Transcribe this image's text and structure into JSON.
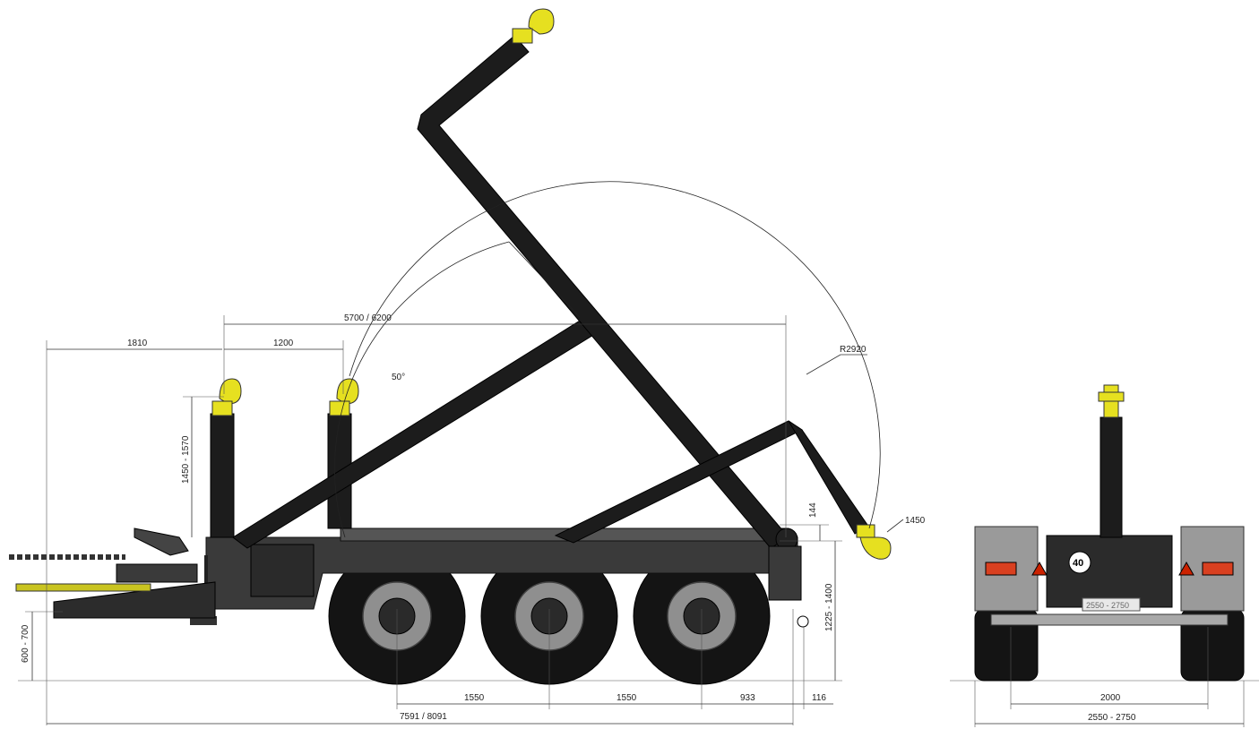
{
  "dimensions": {
    "hook_spacing_1810": "1810",
    "hook_spacing_1200": "1200",
    "length_5700": "5700 / 6200",
    "height_1450_1570": "1450 - 1570",
    "angle_50": "50°",
    "radius": "R2920",
    "hook_1450": "1450",
    "gap_144": "144",
    "height_1225_1400": "1225 - 1400",
    "drawbar_600_700": "600 - 700",
    "axle_1550_a": "1550",
    "axle_1550_b": "1550",
    "rear_933": "933",
    "rear_116": "116",
    "total_length": "7591 / 8091",
    "track_2000": "2000",
    "width_total": "2550 - 2750"
  },
  "rear_view": {
    "speed_plate": "40",
    "plate_text": "2550 - 2750"
  },
  "colors": {
    "body": "#1c1c1c",
    "hook": "#e6e020",
    "frame": "#3a3a3a",
    "reflector": "#cc2200",
    "lamp": "#d94020",
    "mudguard": "#9a9a9a"
  }
}
